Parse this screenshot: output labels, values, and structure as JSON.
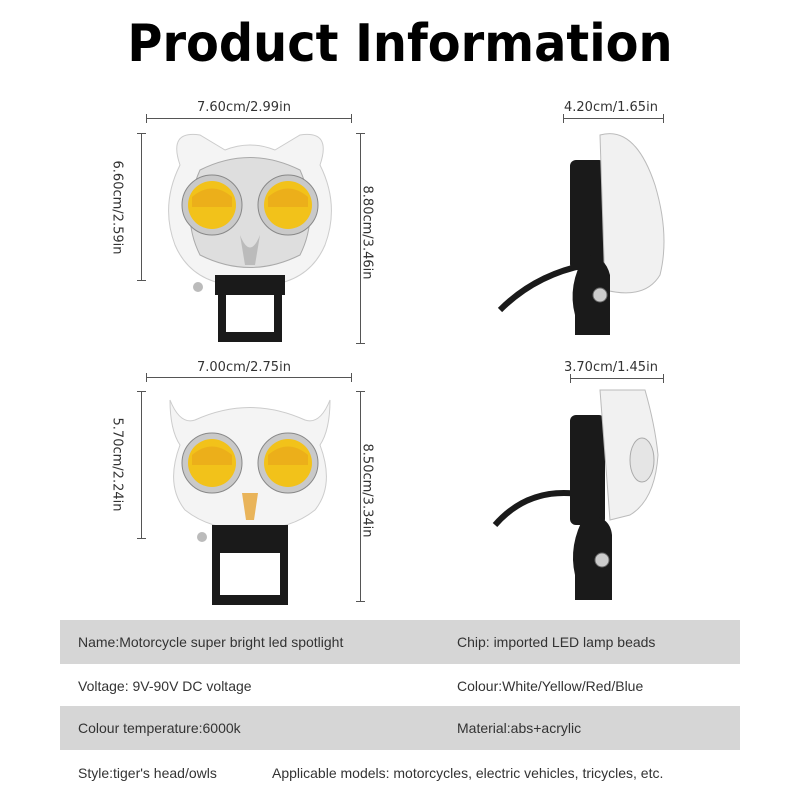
{
  "page": {
    "title": "Product Information"
  },
  "products": [
    {
      "style": "tiger's head",
      "front": {
        "width_label": "7.60cm/2.99in",
        "head_height_label": "6.60cm/2.59in",
        "total_height_label": "8.80cm/3.46in"
      },
      "side": {
        "depth_label": "4.20cm/1.65in"
      }
    },
    {
      "style": "owl",
      "front": {
        "width_label": "7.00cm/2.75in",
        "head_height_label": "5.70cm/2.24in",
        "total_height_label": "8.50cm/3.34in"
      },
      "side": {
        "depth_label": "3.70cm/1.45in"
      }
    }
  ],
  "specs": [
    {
      "left": "Name:Motorcycle super bright led spotlight",
      "right": "Chip: imported LED lamp beads"
    },
    {
      "left": "Voltage: 9V-90V DC voltage",
      "right": "Colour:White/Yellow/Red/Blue"
    },
    {
      "left": "Colour temperature:6000k",
      "right": "Material:abs+acrylic"
    },
    {
      "left": "Style:tiger's head/owls",
      "right": "Applicable models: motorcycles, electric vehicles, tricycles, etc."
    }
  ],
  "colors": {
    "row_grey": "#d6d6d6",
    "lens_yellow": "#f2c21a",
    "bracket_black": "#1a1a1a"
  }
}
